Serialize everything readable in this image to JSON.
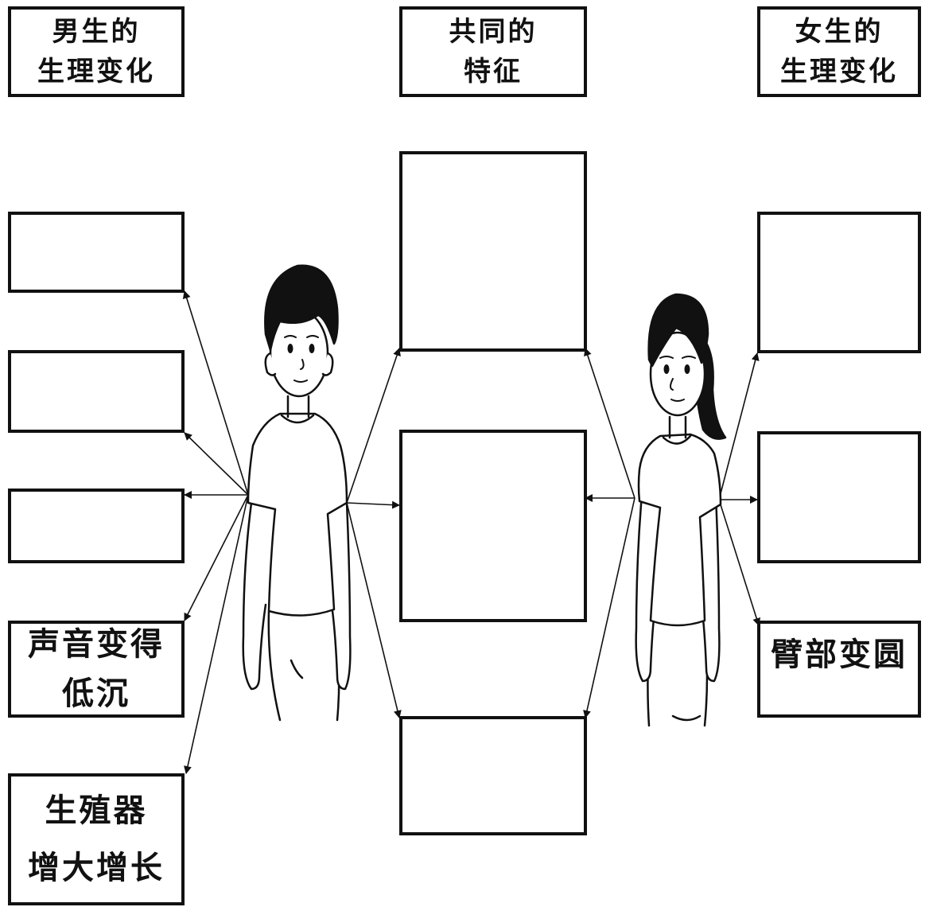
{
  "headers": {
    "male": "男生的\n生理变化",
    "common": "共同的\n特征",
    "female": "女生的\n生理变化"
  },
  "male_boxes": [
    "",
    "",
    "",
    "声音变得\n低沉",
    "生殖器\n增大增长"
  ],
  "common_boxes": [
    "",
    "",
    ""
  ],
  "female_boxes": [
    "",
    "",
    "臂部变圆"
  ],
  "figures": {
    "left": "boy",
    "right": "girl"
  }
}
